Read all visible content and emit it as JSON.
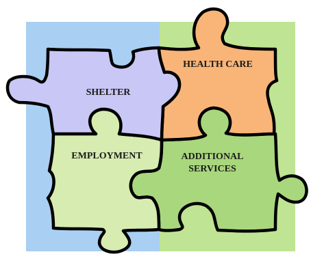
{
  "colors": {
    "background_left": "#a9cff3",
    "background_right": "#bfe493",
    "outline": "#000000"
  },
  "pieces": {
    "shelter": {
      "label": "SHELTER",
      "color": "#c9c7f5"
    },
    "health_care": {
      "label": "HEALTH CARE",
      "color": "#f9b478"
    },
    "employment": {
      "label": "EMPLOYMENT",
      "color": "#d7ecb1"
    },
    "additional_services": {
      "label_line1": "ADDITIONAL",
      "label_line2": "SERVICES",
      "color": "#a9d77d"
    }
  }
}
